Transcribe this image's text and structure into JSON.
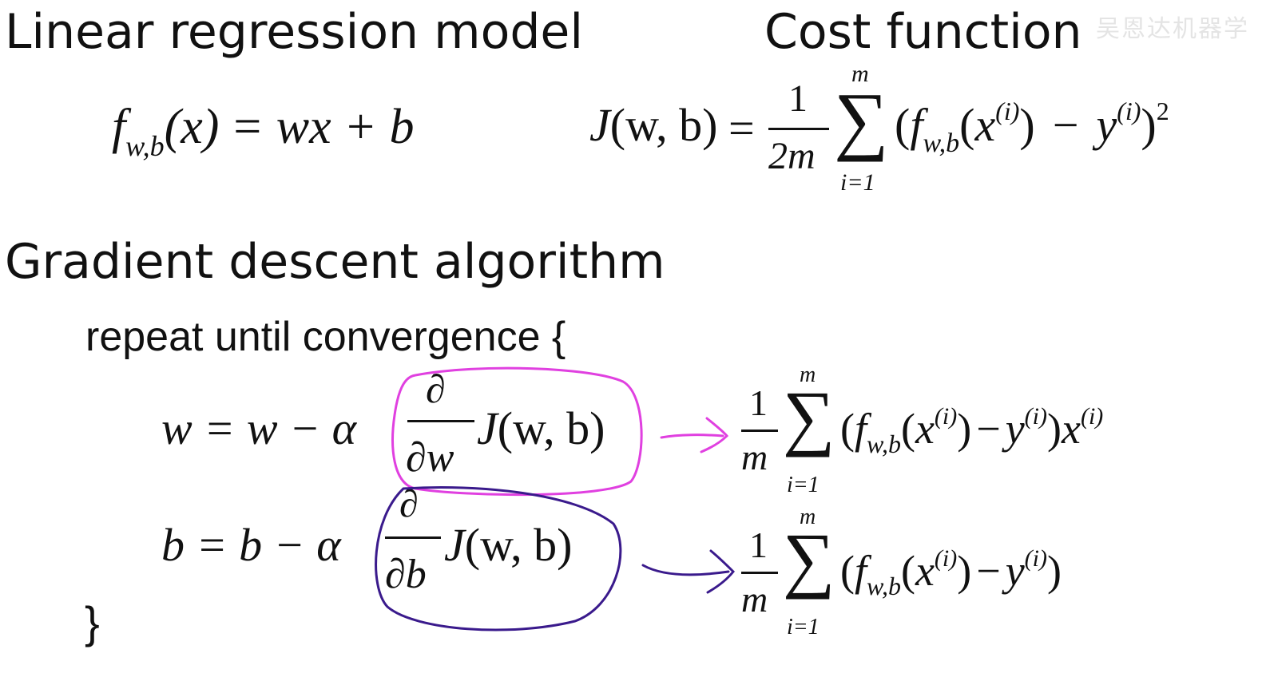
{
  "headings": {
    "linear_model": "Linear regression model",
    "cost_function": "Cost function",
    "gradient_descent": "Gradient descent algorithm"
  },
  "watermark": "吴恩达机器学",
  "algorithm": {
    "repeat_line": "repeat until convergence {",
    "close_brace": "}"
  },
  "symbols": {
    "f": "f",
    "wb": "w,b",
    "x": "x",
    "y": "y",
    "J": "J",
    "w": "w",
    "b": "b",
    "alpha": "α",
    "partial": "∂",
    "sum": "∑",
    "one": "1",
    "m": "m",
    "two_m": "2m",
    "i_eq_1": "i=1",
    "sup_i": "(i)",
    "square": "2",
    "equals": "=",
    "minus": "−",
    "plus": "+",
    "lparen": "(",
    "rparen": ")",
    "args_wb": "(w, b)",
    "paren_x": "(x)",
    "eq_wx_plus_b": "= wx + b",
    "eq_w_minus": "w = w − α",
    "eq_b_minus": "b = b − α"
  },
  "colors": {
    "text": "#111111",
    "w_derivative_annotation": "#e040e0",
    "b_derivative_annotation": "#3a1a8c"
  }
}
